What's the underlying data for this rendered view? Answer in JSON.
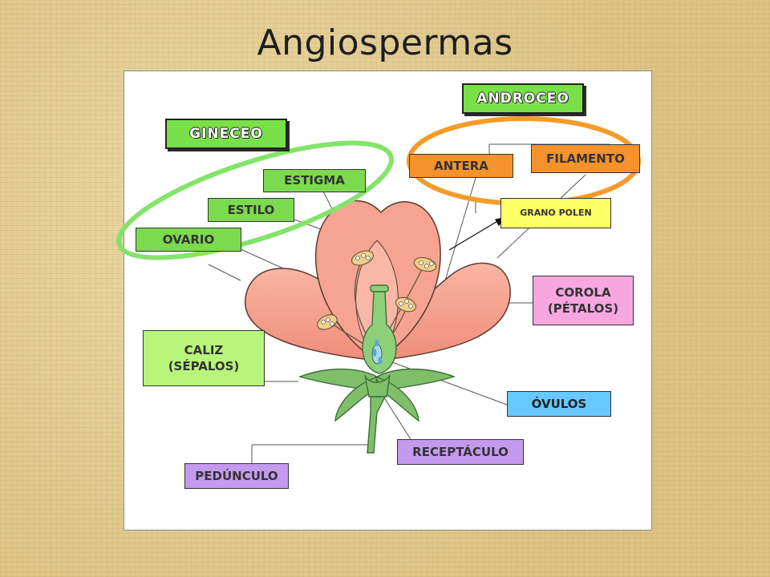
{
  "title": "Angiospermas",
  "groups": {
    "gineceo": "GINECEO",
    "androceo": "ANDROCEO"
  },
  "labels": {
    "estigma": "ESTIGMA",
    "estilo": "ESTILO",
    "ovario": "OVARIO",
    "caliz": "CALIZ\n(SÉPALOS)",
    "pedunculo": "PEDÚNCULO",
    "antera": "ANTERA",
    "filamento": "FILAMENTO",
    "grano_polen": "GRANO POLEN",
    "corola": "COROLA\n(PÉTALOS)",
    "ovulos": "ÓVULOS",
    "receptaculo": "RECEPTÁCULO"
  },
  "colors": {
    "gineceo_group": "#84e36a",
    "androceo_group": "#f39c2a",
    "header_box": "#79e04a",
    "gineceo_labels": "#7cda4f",
    "antera_filamento": "#f5922b",
    "grano_polen": "#ffff66",
    "corola": "#f7a6e0",
    "ovulos": "#66c8ff",
    "receptaculo": "#c49aef",
    "pedunculo": "#c49aef",
    "caliz": "#b8f57a",
    "petal": "#f7a391",
    "stem": "#7fbf6a"
  }
}
